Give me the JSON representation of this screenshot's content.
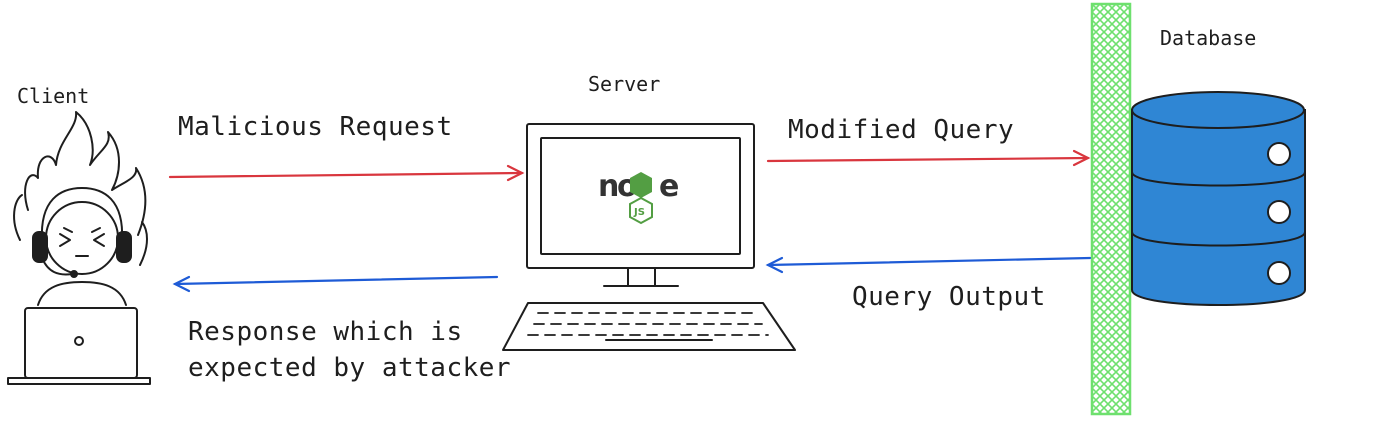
{
  "nodes": {
    "client": {
      "label": "Client"
    },
    "server": {
      "label": "Server",
      "logo_text": "node",
      "logo_badge": "JS"
    },
    "database": {
      "label": "Database"
    }
  },
  "edges": {
    "malicious_request": {
      "label": "Malicious Request"
    },
    "modified_query": {
      "label": "Modified Query"
    },
    "query_output": {
      "label": "Query Output"
    },
    "response": {
      "line1": "Response which is",
      "line2": "expected by attacker"
    }
  },
  "colors": {
    "request_arrow": "#d9363e",
    "response_arrow": "#1e5bd6",
    "firewall": "#6ee06e",
    "database": "#2f86d4",
    "node_green": "#539e43",
    "stroke": "#1e1e1e"
  }
}
